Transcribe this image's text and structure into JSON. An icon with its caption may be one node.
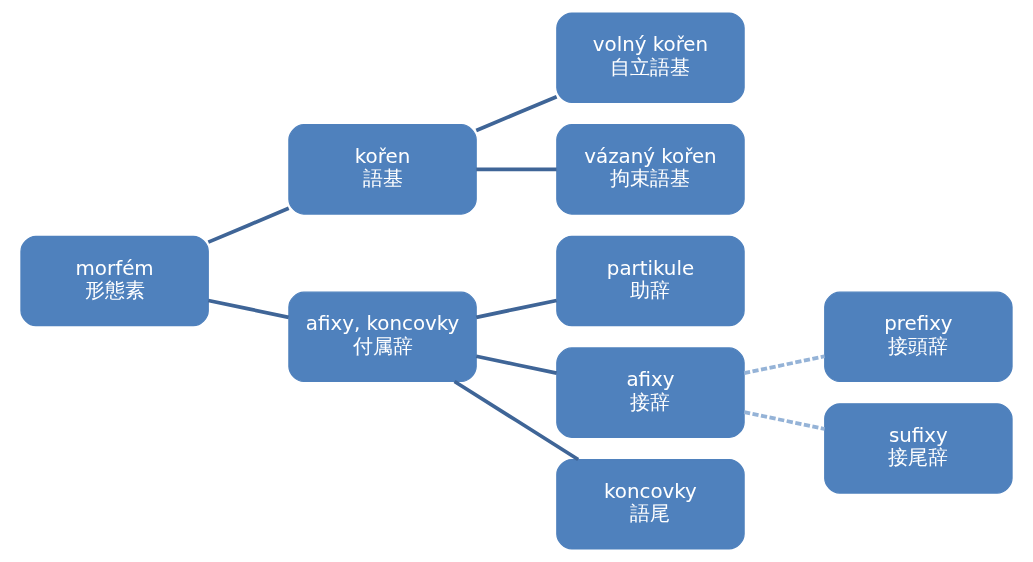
{
  "diagram": {
    "nodes": [
      {
        "text": [
          "morfém",
          "形態素"
        ]
      },
      {
        "text": [
          "kořen",
          "語基"
        ]
      },
      {
        "text": [
          "volný kořen",
          "自立語基"
        ]
      },
      {
        "text": [
          "vázaný kořen",
          "拘束語基"
        ]
      },
      {
        "text": [
          "afixy, koncovky",
          "付属辞"
        ]
      },
      {
        "text": [
          "partikule",
          "助辞"
        ]
      },
      {
        "text": [
          "afixy",
          "接辞"
        ]
      },
      {
        "text": [
          "koncovky",
          "語尾"
        ]
      },
      {
        "text": [
          "prefixy",
          "接頭辞"
        ]
      },
      {
        "text": [
          "sufixy",
          "接尾辞"
        ]
      }
    ],
    "edges": [
      {
        "from": 0,
        "to": 1,
        "arrow": "none"
      },
      {
        "from": 0,
        "to": 4,
        "arrow": "none"
      },
      {
        "from": 1,
        "to": 2,
        "arrow": "none"
      },
      {
        "from": 1,
        "to": 3,
        "arrow": "none"
      },
      {
        "from": 4,
        "to": 5,
        "arrow": "none"
      },
      {
        "from": 4,
        "to": 6,
        "arrow": "none"
      },
      {
        "from": 4,
        "to": 7,
        "arrow": "none"
      },
      {
        "from": 6,
        "to": 8,
        "arrow": "none",
        "style": "dashed",
        "color": "#95b3d7"
      },
      {
        "from": 6,
        "to": 9,
        "arrow": "none",
        "style": "dashed",
        "color": "#95b3d7"
      }
    ]
  }
}
